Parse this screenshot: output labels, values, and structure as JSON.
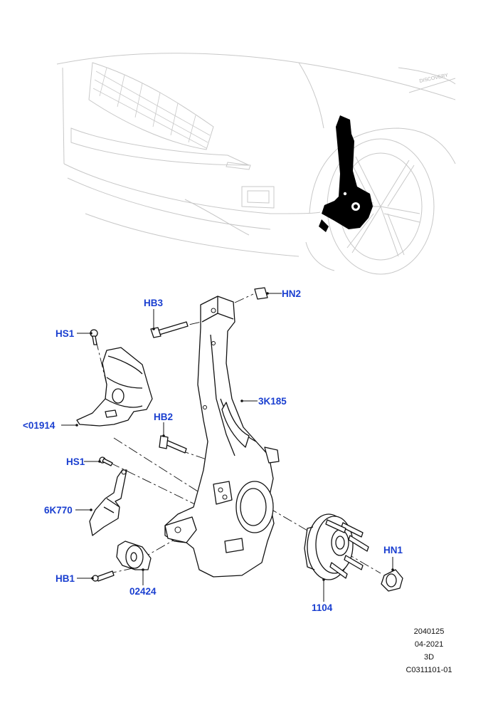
{
  "colors": {
    "label": "#1a3fd0",
    "outline": "#111111",
    "car_outline": "#c8c8c8"
  },
  "overview": {
    "badge_text": "DISCOVERY"
  },
  "labels": {
    "hb3": "HB3",
    "hn2": "HN2",
    "hs1_top": "HS1",
    "k3k185": "3K185",
    "p01914": "<01914",
    "hb2": "HB2",
    "hs1_bottom": "HS1",
    "k6k770": "6K770",
    "hn1": "HN1",
    "hb1": "HB1",
    "p02424": "02424",
    "p1104": "1104"
  },
  "meta": {
    "code": "2040125",
    "date": "04-2021",
    "view": "3D",
    "ref": "C0311101-01"
  }
}
